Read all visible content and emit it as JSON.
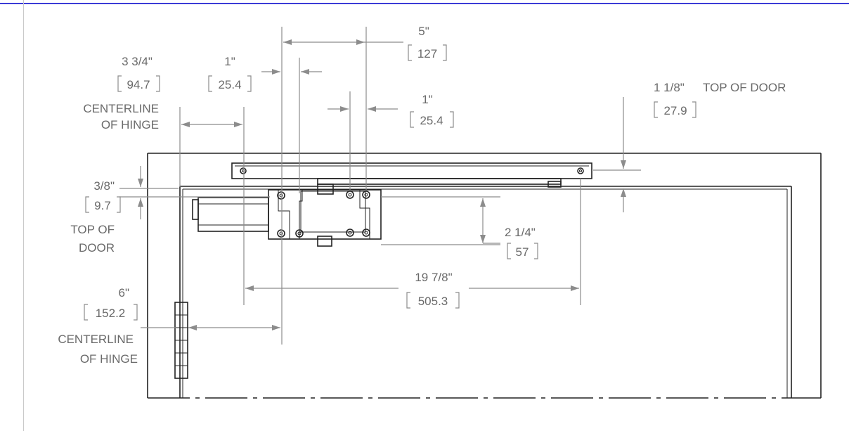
{
  "labels": {
    "d1_in": "3 3/4\"",
    "d1_mm": "94.7",
    "d1_note1": "CENTERLINE",
    "d1_note2": "OF HINGE",
    "d2_in": "1\"",
    "d2_mm": "25.4",
    "d3_in": "5\"",
    "d3_mm": "127",
    "d4_in": "1\"",
    "d4_mm": "25.4",
    "d5_in": "1 1/8\"",
    "d5_note": "TOP OF DOOR",
    "d5_mm": "27.9",
    "d6_in": "3/8\"",
    "d6_mm": "9.7",
    "d6_note1": "TOP OF",
    "d6_note2": "DOOR",
    "d7_in": "2 1/4\"",
    "d7_mm": "57",
    "d8_in": "19 7/8\"",
    "d8_mm": "505.3",
    "d9_in": "6\"",
    "d9_mm": "152.2",
    "d9_note1": "CENTERLINE",
    "d9_note2": "OF HINGE"
  },
  "colors": {
    "frame_accent": "#3b3bd6",
    "dimension": "#8c8c8c",
    "part": "#222222"
  }
}
